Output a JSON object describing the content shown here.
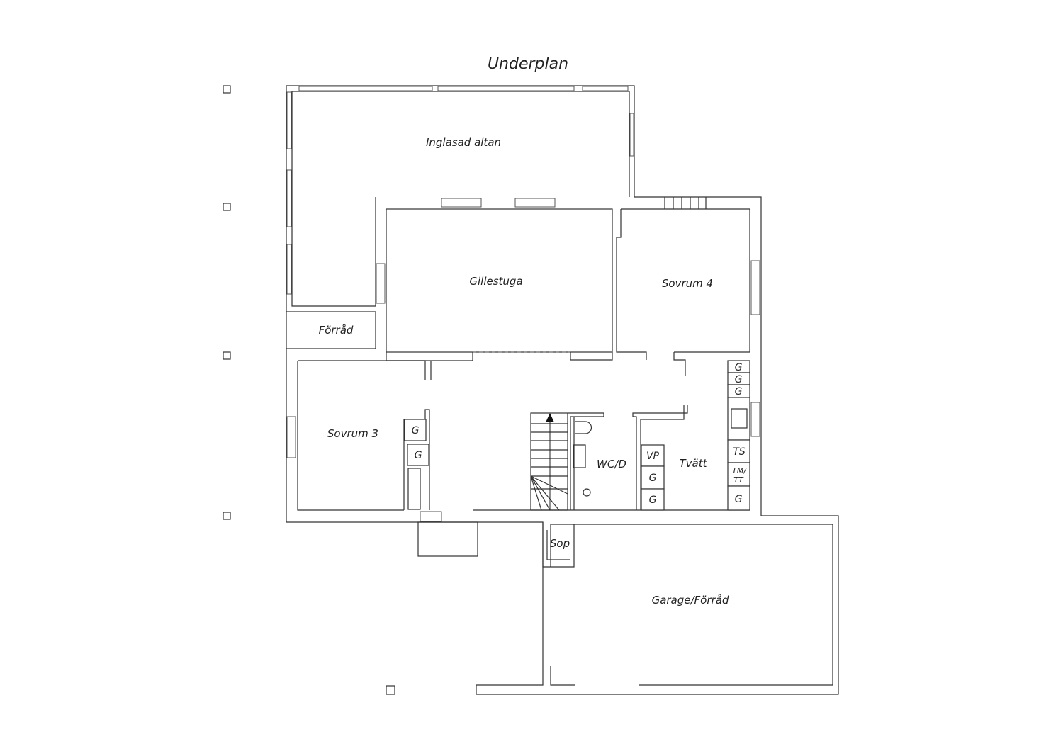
{
  "title": "Underplan",
  "rooms": {
    "altan": "Inglasad altan",
    "gillestuga": "Gillestuga",
    "sovrum4": "Sovrum 4",
    "forrad": "Förråd",
    "sovrum3": "Sovrum 3",
    "wc": "WC/D",
    "tvatt": "Tvätt",
    "sop": "Sop",
    "garage": "Garage/Förråd"
  },
  "fixtures": {
    "g": "G",
    "vp": "VP",
    "ts": "TS",
    "tm1": "TM/",
    "tm2": "TT"
  },
  "colors": {
    "line": "#333333",
    "background": "#ffffff"
  }
}
